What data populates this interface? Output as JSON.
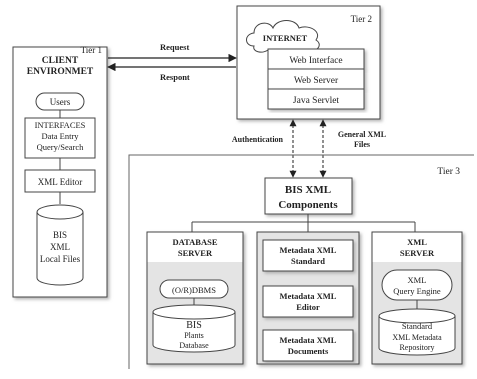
{
  "tier1": {
    "label": "Tier 1",
    "title_line1": "CLIENT",
    "title_line2": "ENVIRONMET",
    "users": "Users",
    "interfaces": [
      "INTERFACES",
      "Data Entry",
      "Query/Search"
    ],
    "xml_editor": "XML Editor",
    "local_files": [
      "BIS",
      "XML",
      "Local Files"
    ]
  },
  "tier2": {
    "label": "Tier 2",
    "internet": "INTERNET",
    "web_interface": "Web Interface",
    "web_server": "Web Server",
    "java_servlet": "Java Servlet"
  },
  "links": {
    "request": "Request",
    "respont": "Respont",
    "authentication": "Authentication",
    "general_xml": [
      "General XML",
      "Files"
    ]
  },
  "tier3": {
    "label": "Tier 3",
    "bis_xml": [
      "BIS XML",
      "Components"
    ],
    "database_server": {
      "title": [
        "DATABASE",
        "SERVER"
      ],
      "dbms": "(O/R)DBMS",
      "db": [
        "BIS",
        "Plants",
        "Database"
      ]
    },
    "metadata": {
      "standard": [
        "Metadata XML",
        "Standard"
      ],
      "editor": [
        "Metadata XML",
        "Editor"
      ],
      "documents": [
        "Metadata XML",
        "Documents"
      ]
    },
    "xml_server": {
      "title": [
        "XML",
        "SERVER"
      ],
      "engine": [
        "XML",
        "Query Engine"
      ],
      "repo": [
        "Standard",
        "XML Metadata",
        "Repository"
      ]
    }
  }
}
